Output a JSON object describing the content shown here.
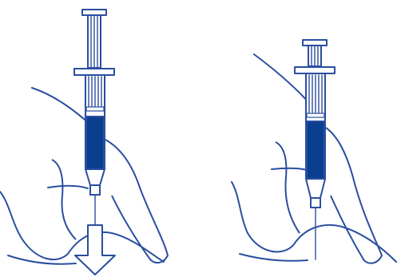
{
  "colors": {
    "line": "#2a4ea0",
    "dose": "#0a3f8f",
    "background": "#ffffff"
  },
  "panels": [
    {
      "id": "left",
      "state": "plunger-raised",
      "arrow": "down-arrow-icon"
    },
    {
      "id": "right",
      "state": "plunger-depressed",
      "arrow": ""
    }
  ]
}
